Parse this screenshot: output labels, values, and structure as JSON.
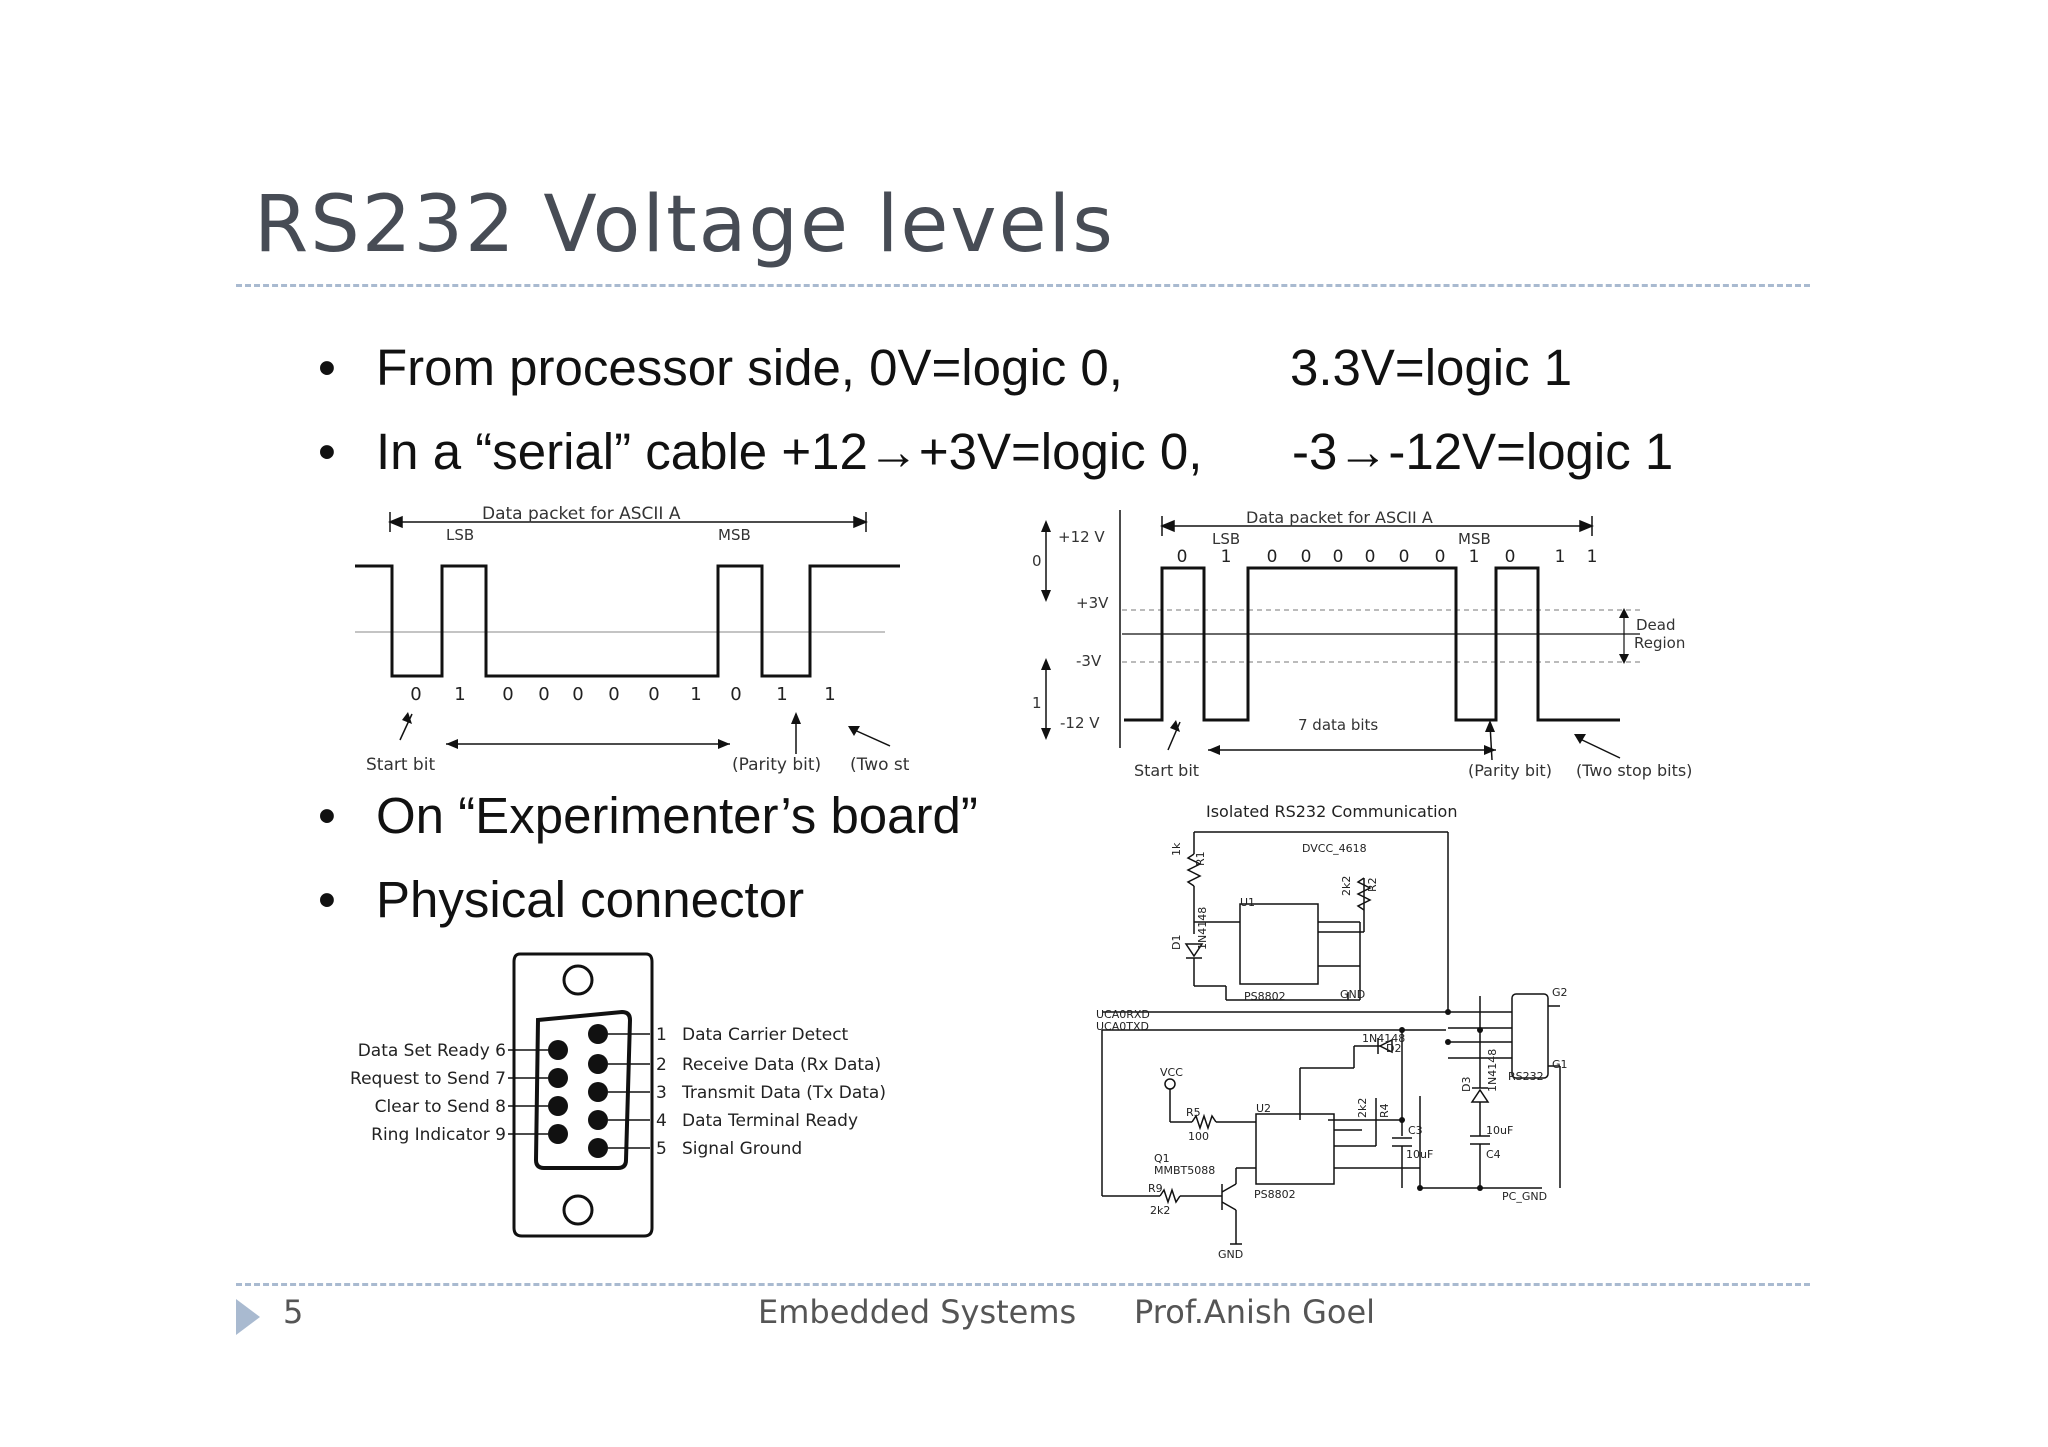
{
  "slide": {
    "title": "RS232 Voltage levels",
    "bullets": [
      {
        "left": "From processor side, 0V=logic 0,",
        "right": "3.3V=logic 1"
      },
      {
        "left": "In a “serial” cable +12→+3V=logic 0,",
        "right": "-3→-12V=logic 1"
      },
      {
        "left": "On “Experimenter’s board”",
        "right": ""
      },
      {
        "left": "Physical connector",
        "right": ""
      }
    ],
    "bullet_symbol": "•"
  },
  "waveform_left": {
    "packet_label": "Data packet for ASCII A",
    "lsb": "LSB",
    "msb": "MSB",
    "bits": [
      "0",
      "1",
      "0",
      "0",
      "0",
      "0",
      "0",
      "1",
      "0",
      "1",
      "1"
    ],
    "start_bit": "Start bit",
    "parity_bit": "(Parity bit)",
    "stop_bits": "(Two stop bits"
  },
  "waveform_right": {
    "packet_label": "Data packet for ASCII A",
    "lsb": "LSB",
    "msb": "MSB",
    "bits": [
      "0",
      "1",
      "0",
      "0",
      "0",
      "0",
      "0",
      "0",
      "1",
      "0",
      "1",
      "1"
    ],
    "v_plus12": "+12 V",
    "v_plus3": "+3V",
    "v_minus3": "-3V",
    "v_minus12": "-12 V",
    "logic0": "0",
    "logic1": "1",
    "dead": "Dead",
    "region": "Region",
    "data_bits": "7 data bits",
    "start_bit": "Start bit",
    "parity_bit": "(Parity bit)",
    "stop_bits": "(Two stop bits)"
  },
  "schematic": {
    "title": "Isolated RS232 Communication",
    "labels": {
      "dvcc": "DVCC_4618",
      "u1": "U1",
      "u2": "U2",
      "ps1": "PS8802",
      "ps2": "PS8802",
      "gnd1": "GND",
      "gnd2": "GND",
      "r1": "R1",
      "r1v": "1k",
      "r2": "R2",
      "r2v": "2k2",
      "d1": "D1",
      "d1v": "1N4148",
      "d2": "D2",
      "d2v": "1N4148",
      "d3": "D3",
      "d3v": "1N4148",
      "rxd": "UCA0RXD",
      "txd": "UCA0TXD",
      "vcc": "VCC",
      "r5": "R5",
      "r5v": "100",
      "r4": "R4",
      "r4v": "2k2",
      "c3": "C3",
      "c3v": "10uF",
      "c4": "C4",
      "c4v": "10uF",
      "q1": "Q1",
      "q1v": "MMBT5088",
      "r9": "R9",
      "r9v": "2k2",
      "rs232": "RS232",
      "pcgnd": "PC_GND",
      "g1": "G1",
      "g2": "G2"
    }
  },
  "connector": {
    "left_pins": [
      "Data Set Ready 6",
      "Request to Send 7",
      "Clear to Send 8",
      "Ring Indicator 9"
    ],
    "right_pins": [
      {
        "num": "1",
        "label": "Data Carrier Detect"
      },
      {
        "num": "2",
        "label": "Receive Data (Rx Data)"
      },
      {
        "num": "3",
        "label": "Transmit Data (Tx Data)"
      },
      {
        "num": "4",
        "label": "Data Terminal Ready"
      },
      {
        "num": "5",
        "label": "Signal Ground"
      }
    ]
  },
  "footer": {
    "page": "5",
    "course": "Embedded Systems",
    "author": "Prof.Anish Goel",
    "accent": "#a9bad0"
  }
}
